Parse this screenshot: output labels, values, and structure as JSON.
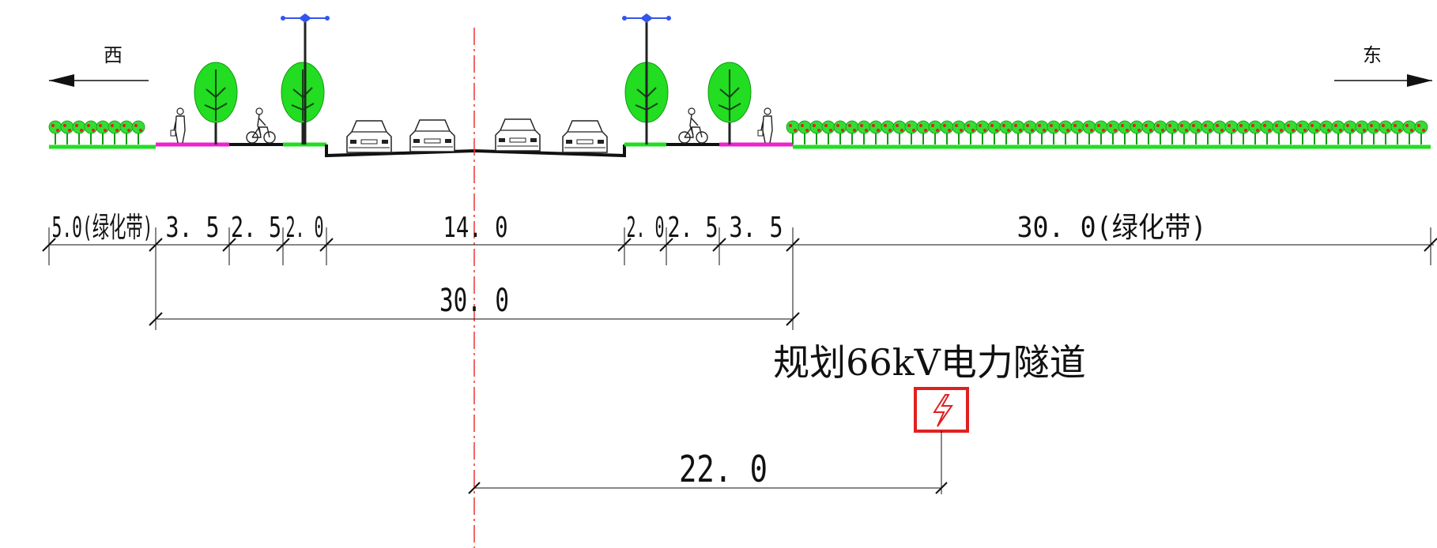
{
  "directions": {
    "west": "西",
    "east": "东"
  },
  "segments": [
    {
      "label": "5.0(绿化带)",
      "kind": "greenbelt"
    },
    {
      "label": "3. 5",
      "kind": "sidewalk"
    },
    {
      "label": "2. 5",
      "kind": "bike"
    },
    {
      "label": "2. 0",
      "kind": "verge"
    },
    {
      "label": "14. 0",
      "kind": "carriageway"
    },
    {
      "label": "2. 0",
      "kind": "verge"
    },
    {
      "label": "2. 5",
      "kind": "bike"
    },
    {
      "label": "3. 5",
      "kind": "sidewalk"
    },
    {
      "label": "30. 0(绿化带)",
      "kind": "greenbelt"
    }
  ],
  "overall_dimension": "30. 0",
  "tunnel": {
    "label": "规划66kV电力隧道",
    "offset_dimension": "22. 0",
    "icon": "lightning-bolt-icon"
  },
  "colors": {
    "green": "#22dd22",
    "magenta": "#ee22cc",
    "red": "#e02020",
    "lamp": "#3355ee",
    "centerline": "#ee3333"
  }
}
